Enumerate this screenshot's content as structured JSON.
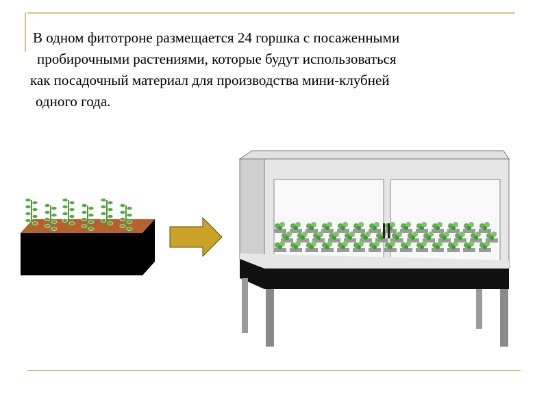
{
  "slide": {
    "lines": [
      "В одном фитотроне размещается 24 горшка с посаженными",
      " пробирочными растениями, которые будут использоваться",
      "как посадочный материал для производства мини-клубней",
      " одного года."
    ]
  },
  "colors": {
    "rule": "#d6c08a",
    "soil": "#b8612f",
    "box": "#000000",
    "arrow": "#c9a227",
    "plant": "#4caf3c",
    "cabinet": "#d9d9d9",
    "table": "#222222"
  }
}
